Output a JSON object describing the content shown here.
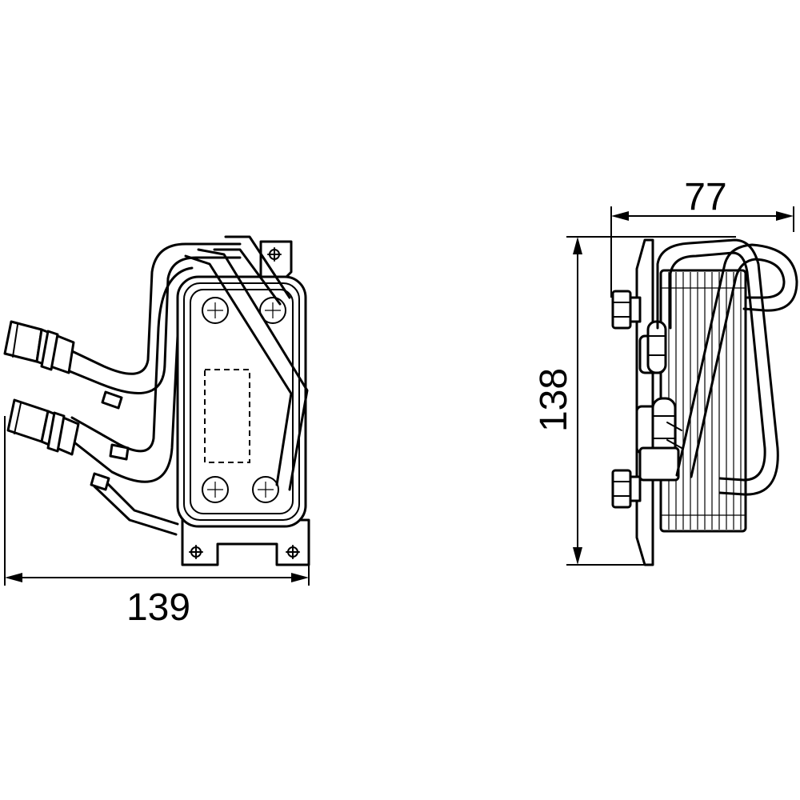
{
  "dimensions": {
    "width_front": "139",
    "depth_side": "77",
    "height_side": "138"
  },
  "colors": {
    "line": "#000000",
    "background": "#ffffff"
  }
}
